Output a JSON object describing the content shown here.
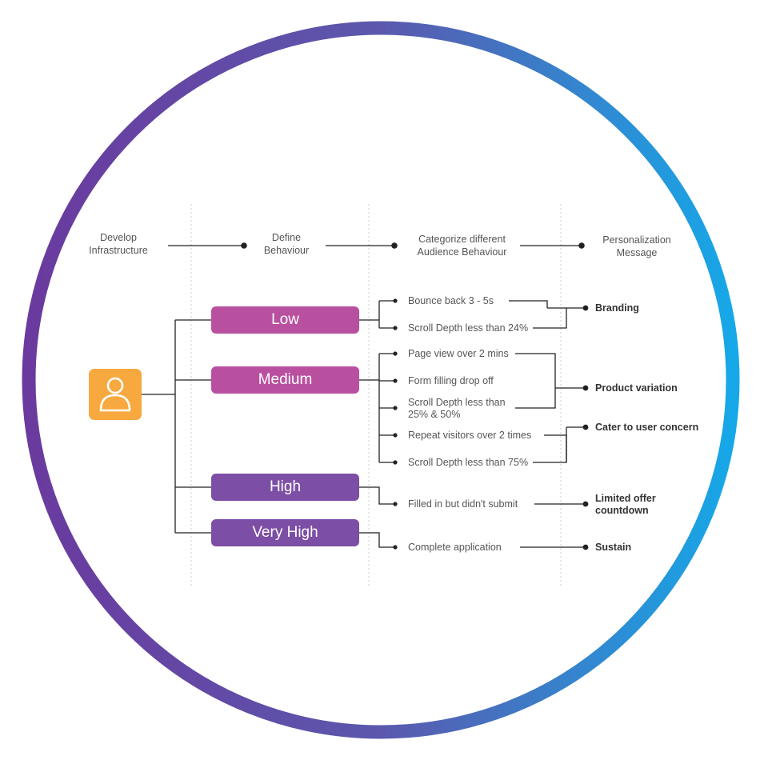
{
  "colors": {
    "ring_start": "#6a3a9e",
    "ring_end": "#16a8e8",
    "user_icon_bg": "#f7a940",
    "pill_pink": "#b9509f",
    "pill_purple": "#7c4ea5",
    "line": "#222222",
    "divider": "#c8c8c8"
  },
  "headers": [
    "Develop\nInfrastructure",
    "Define\nBehaviour",
    "Categorize different\nAudience Behaviour",
    "Personalization\nMessage"
  ],
  "user_icon": "user-icon",
  "levels": [
    "Low",
    "Medium",
    "High",
    "Very High"
  ],
  "behaviours": [
    "Bounce back 3 - 5s",
    "Scroll Depth less than 24%",
    "Page view over 2 mins",
    "Form filling drop off",
    "Scroll Depth less than\n25% & 50%",
    "Repeat visitors over 2 times",
    "Scroll Depth less than 75%",
    "Filled in but didn't submit",
    "Complete application"
  ],
  "messages": [
    "Branding",
    "Product variation",
    "Cater to user concern",
    "Limited offer\ncountdown",
    "Sustain"
  ]
}
